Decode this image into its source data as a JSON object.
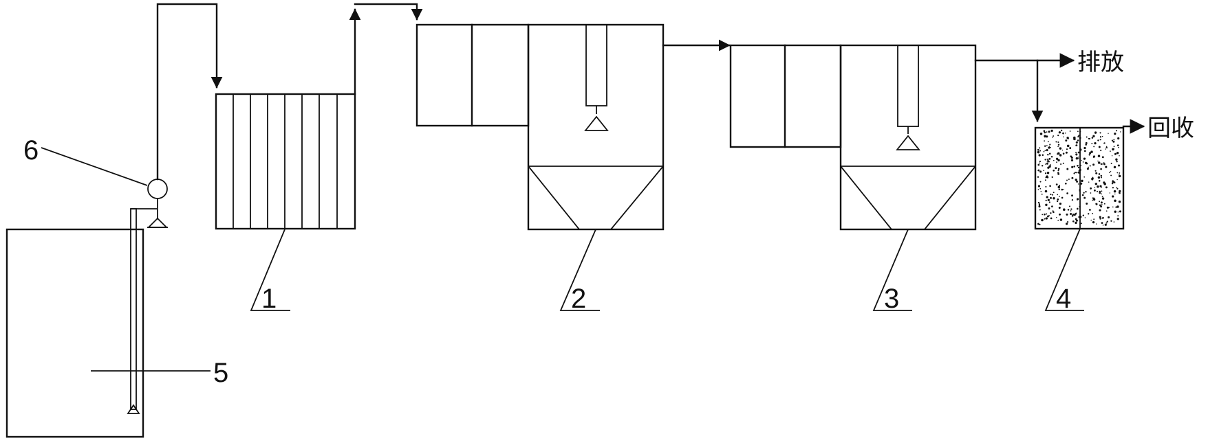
{
  "labels": {
    "unit1": "1",
    "unit2": "2",
    "unit3": "3",
    "unit4": "4",
    "unit5": "5",
    "unit6": "6",
    "discharge": "排放",
    "recovery": "回收"
  },
  "colors": {
    "line": "#111111",
    "background": "#ffffff"
  }
}
